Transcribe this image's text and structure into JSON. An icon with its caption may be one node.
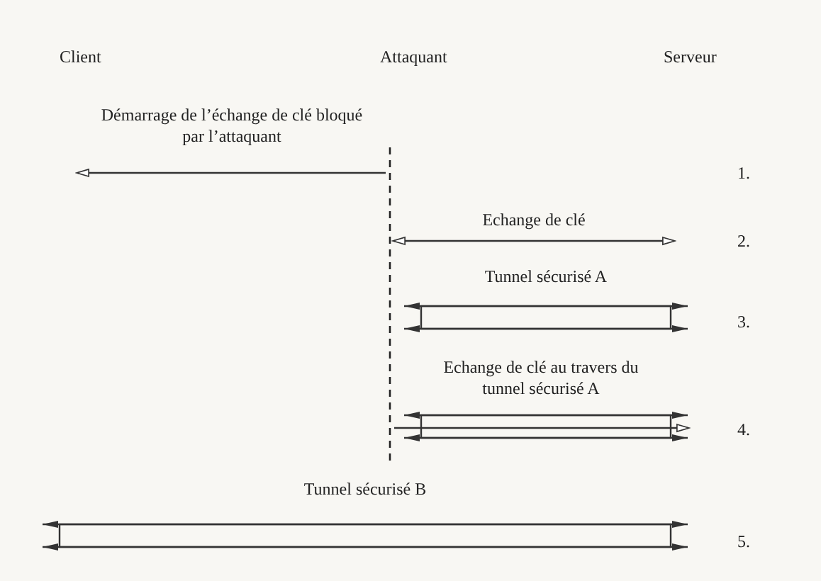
{
  "diagram": {
    "nodes": [
      {
        "text": [],
        "shape": "line"
      },
      {
        "text": [
          "Tunnel sécurisé A"
        ]
      },
      {
        "text": [],
        "shape": "bar"
      },
      {
        "text": [
          "Tunnel sécurisé B"
        ]
      }
    ],
    "edges": [
      {
        "from": 0,
        "to": null,
        "arrow": "to",
        "label": "Démarrage de l’échange de clé bloqué par l’attaquant"
      },
      {
        "from": 0,
        "to": null,
        "arrow": "both",
        "label": "Echange de clé"
      },
      {
        "from": 0,
        "to": 2,
        "arrow": "to",
        "label": "Echange de clé au travers du tunnel sécurisé A"
      }
    ],
    "labels": [
      "Client",
      "Attaquant",
      "Serveur",
      "1.",
      "2.",
      "3.",
      "4.",
      "5."
    ]
  }
}
